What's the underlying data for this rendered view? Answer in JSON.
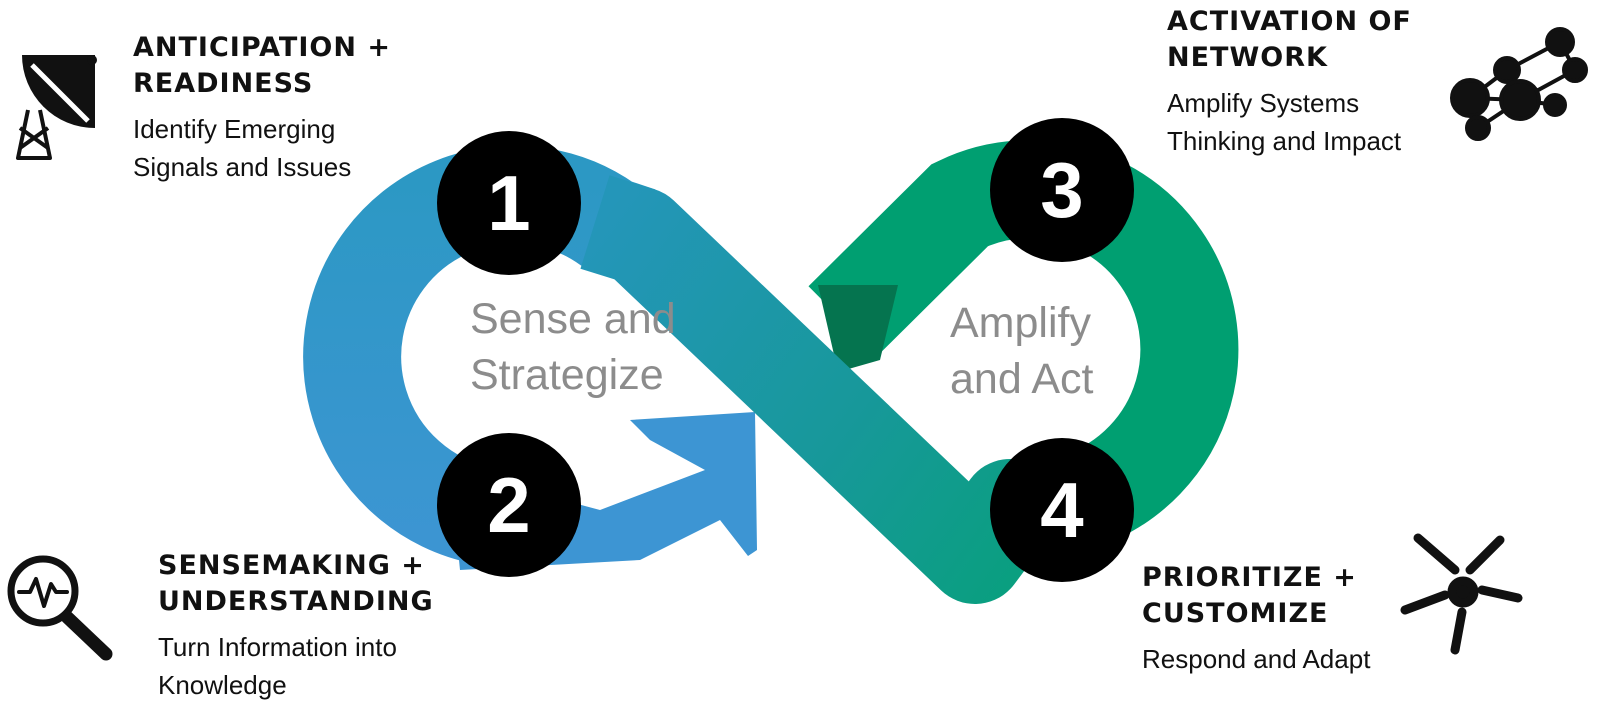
{
  "loops": {
    "left_label": [
      "Sense and",
      "Strategize"
    ],
    "right_label": [
      "Amplify",
      "and Act"
    ]
  },
  "badges": [
    "1",
    "2",
    "3",
    "4"
  ],
  "steps": {
    "anticipation": {
      "heading": [
        "ANTICIPATION +",
        "READINESS"
      ],
      "desc": [
        "Identify Emerging",
        "Signals and Issues"
      ],
      "icon": "satellite-dish-icon"
    },
    "sensemaking": {
      "heading": [
        "SENSEMAKING +",
        "UNDERSTANDING"
      ],
      "desc": [
        "Turn Information into",
        "Knowledge"
      ],
      "icon": "magnifier-pulse-icon"
    },
    "activation": {
      "heading": [
        "ACTIVATION OF",
        "NETWORK"
      ],
      "desc": [
        "Amplify Systems",
        "Thinking and Impact"
      ],
      "icon": "people-network-icon"
    },
    "prioritize": {
      "heading": [
        "PRIORITIZE +",
        "CUSTOMIZE"
      ],
      "desc": [
        "Respond and Adapt"
      ],
      "icon": "joined-hands-icon"
    }
  },
  "colors": {
    "blue": "#3d95d3",
    "teal": "#1f9aa6",
    "green": "#009f71",
    "badge": "#000000",
    "label": "#8c8c8c"
  }
}
